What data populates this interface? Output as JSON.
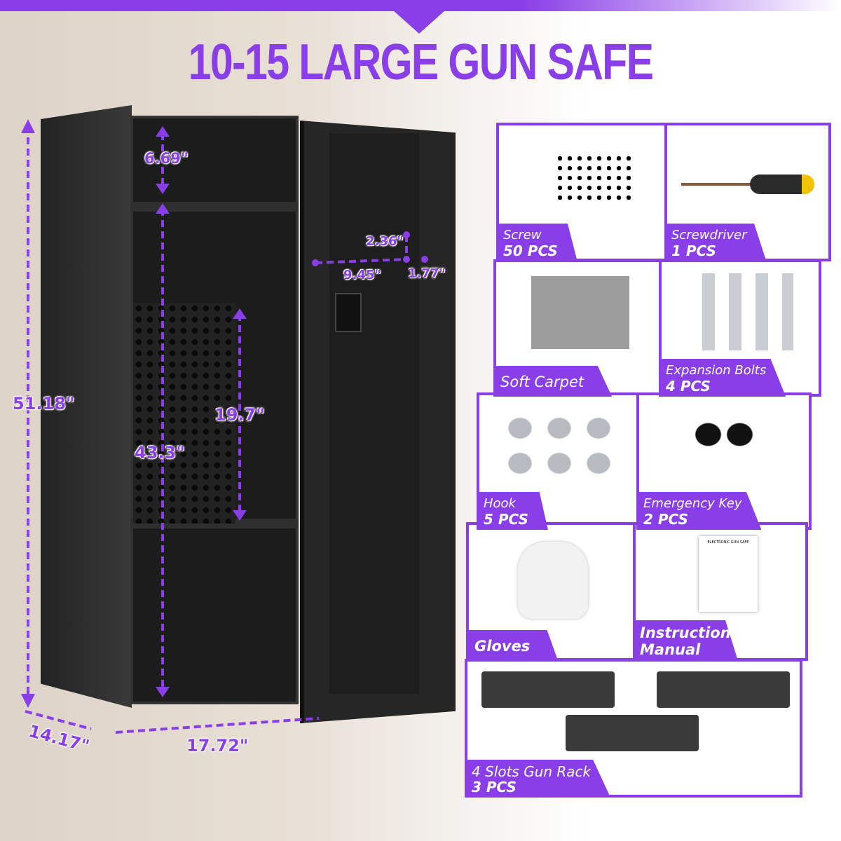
{
  "title": "10-15 LARGE GUN SAFE",
  "accent_color": "#8a3ee8",
  "dimensions": {
    "top_compartment": "6.69\"",
    "shelf_depth": "2.36\"",
    "door_width": "9.45\"",
    "door_depth": "1.77\"",
    "total_height": "51.18\"",
    "inner_height": "43.3\"",
    "pegboard_height": "19.7\"",
    "depth": "14.17\"",
    "width": "17.72\""
  },
  "accessories": [
    {
      "name": "Screw",
      "qty": "50 PCS",
      "icon": "screws-icon"
    },
    {
      "name": "Screwdriver",
      "qty": "1 PCS",
      "icon": "screwdriver-icon"
    },
    {
      "name": "Soft Carpet",
      "qty": "",
      "icon": "carpet-icon"
    },
    {
      "name": "Expansion Bolts",
      "qty": "4 PCS",
      "icon": "bolts-icon"
    },
    {
      "name": "Hook",
      "qty": "5 PCS",
      "icon": "hooks-icon"
    },
    {
      "name": "Emergency Key",
      "qty": "2 PCS",
      "icon": "keys-icon"
    },
    {
      "name": "Gloves",
      "qty": "",
      "icon": "gloves-icon"
    },
    {
      "name": "Instruction Manual",
      "qty": "",
      "icon": "manual-icon",
      "cover_text": "ELECTRONIC GUN SAFE"
    },
    {
      "name": "4 Slots Gun Rack",
      "qty": "3 PCS",
      "icon": "gun-rack-icon"
    }
  ]
}
